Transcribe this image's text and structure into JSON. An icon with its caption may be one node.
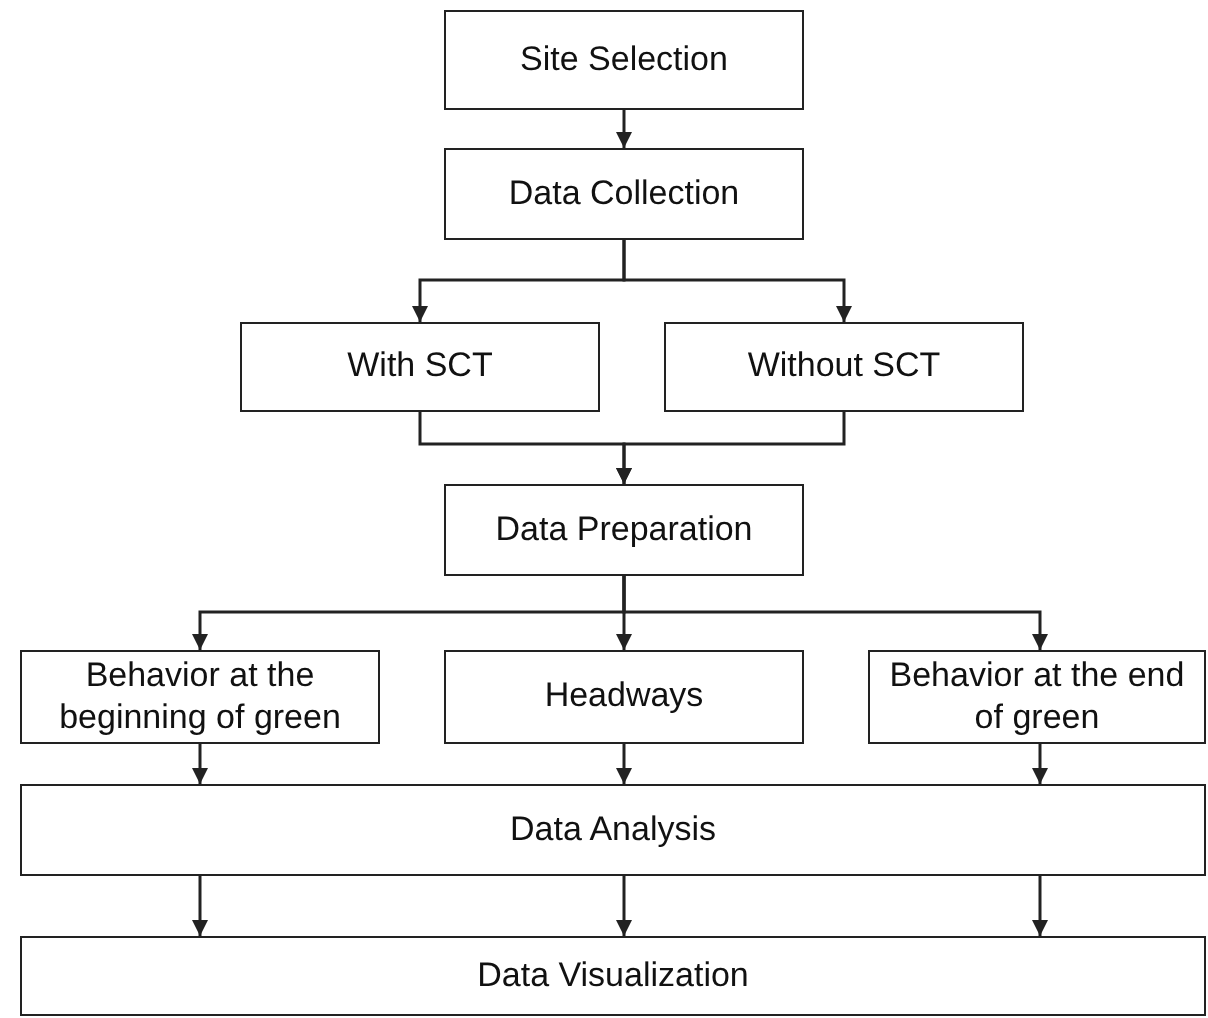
{
  "diagram": {
    "nodes": [
      {
        "text": [
          "Site Selection"
        ]
      },
      {
        "text": [
          "Data Collection"
        ]
      },
      {
        "text": [
          "With SCT"
        ]
      },
      {
        "text": [
          "Without SCT"
        ]
      },
      {
        "text": [
          "Data Preparation"
        ]
      },
      {
        "text": [
          "Behavior at the beginning of green"
        ]
      },
      {
        "text": [
          "Headways"
        ]
      },
      {
        "text": [
          "Behavior at the end of green"
        ]
      },
      {
        "text": [
          "Data Analysis"
        ]
      },
      {
        "text": [
          "Data Visualization"
        ]
      }
    ],
    "edges": [
      {
        "from": 0,
        "to": 1,
        "arrow": "to"
      },
      {
        "from": 1,
        "to": 2,
        "arrow": "to"
      },
      {
        "from": 1,
        "to": 3,
        "arrow": "to"
      },
      {
        "from": 2,
        "to": 4,
        "arrow": "to"
      },
      {
        "from": 3,
        "to": 4,
        "arrow": "to"
      },
      {
        "from": 4,
        "to": 5,
        "arrow": "to"
      },
      {
        "from": 4,
        "to": 6,
        "arrow": "to"
      },
      {
        "from": 4,
        "to": 7,
        "arrow": "to"
      },
      {
        "from": 5,
        "to": 8,
        "arrow": "to"
      },
      {
        "from": 6,
        "to": 8,
        "arrow": "to"
      },
      {
        "from": 7,
        "to": 8,
        "arrow": "to"
      },
      {
        "from": 8,
        "to": 9,
        "arrow": "to"
      },
      {
        "from": 8,
        "to": 9,
        "arrow": "to"
      },
      {
        "from": 8,
        "to": 9,
        "arrow": "to"
      }
    ]
  }
}
